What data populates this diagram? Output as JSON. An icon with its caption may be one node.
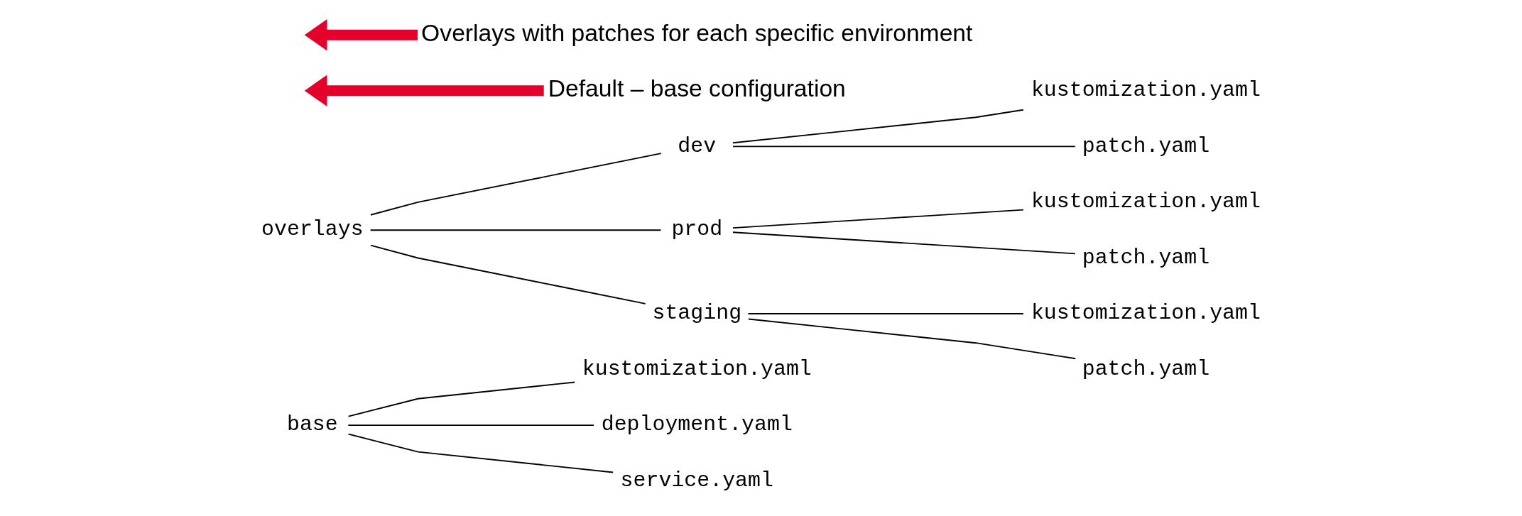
{
  "diagram": {
    "nodes": [
      {
        "text": [
          "base"
        ]
      },
      {
        "text": [
          "kustomization.yaml"
        ]
      },
      {
        "text": [
          "deployment.yaml"
        ]
      },
      {
        "text": [
          "service.yaml"
        ]
      },
      {
        "text": [
          "overlays"
        ]
      },
      {
        "text": [
          "dev"
        ]
      },
      {
        "text": [
          "kustomization.yaml"
        ]
      },
      {
        "text": [
          "patch.yaml"
        ]
      },
      {
        "text": [
          "prod"
        ]
      },
      {
        "text": [
          "kustomization.yaml"
        ]
      },
      {
        "text": [
          "patch.yaml"
        ]
      },
      {
        "text": [
          "staging"
        ]
      },
      {
        "text": [
          "kustomization.yaml"
        ]
      },
      {
        "text": [
          "patch.yaml"
        ]
      },
      {
        "text": [
          "Default – base configuration"
        ]
      },
      {
        "text": [
          "Overlays with patches for each specific environment"
        ]
      }
    ],
    "edges": [
      {
        "from": 0,
        "to": 1,
        "arrow": "none"
      },
      {
        "from": 0,
        "to": 2,
        "arrow": "none"
      },
      {
        "from": 0,
        "to": 3,
        "arrow": "none"
      },
      {
        "from": 4,
        "to": 5,
        "arrow": "none"
      },
      {
        "from": 5,
        "to": 6,
        "arrow": "none"
      },
      {
        "from": 5,
        "to": 7,
        "arrow": "none"
      },
      {
        "from": 4,
        "to": 8,
        "arrow": "none"
      },
      {
        "from": 8,
        "to": 9,
        "arrow": "none"
      },
      {
        "from": 8,
        "to": 10,
        "arrow": "none"
      },
      {
        "from": 4,
        "to": 11,
        "arrow": "none"
      },
      {
        "from": 11,
        "to": 12,
        "arrow": "none"
      },
      {
        "from": 11,
        "to": 13,
        "arrow": "none"
      },
      {
        "from": 14,
        "to": null,
        "arrow": "to",
        "style": "thick",
        "color": "#e4002b"
      },
      {
        "from": 15,
        "to": null,
        "arrow": "to",
        "style": "thick",
        "color": "#e4002b"
      }
    ]
  }
}
